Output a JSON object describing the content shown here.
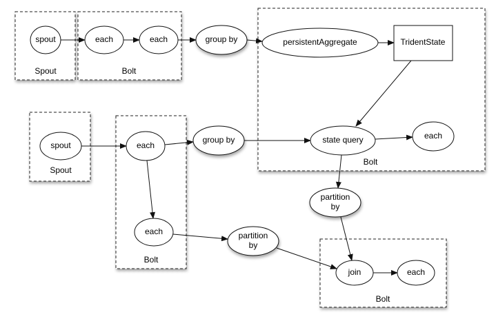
{
  "containers": [
    {
      "id": "spout1",
      "label": "Spout"
    },
    {
      "id": "bolt1",
      "label": "Bolt"
    },
    {
      "id": "bolt_state",
      "label": "Bolt"
    },
    {
      "id": "spout2",
      "label": "Spout"
    },
    {
      "id": "bolt2",
      "label": "Bolt"
    },
    {
      "id": "bolt_join",
      "label": "Bolt"
    }
  ],
  "nodes": [
    {
      "id": "spout1",
      "label": "spout"
    },
    {
      "id": "each1",
      "label": "each"
    },
    {
      "id": "each2",
      "label": "each"
    },
    {
      "id": "groupby1",
      "label": "group by"
    },
    {
      "id": "persistentAggregate",
      "label": "persistentAggregate"
    },
    {
      "id": "tridentState",
      "label": "TridentState"
    },
    {
      "id": "spout2",
      "label": "spout"
    },
    {
      "id": "each3",
      "label": "each"
    },
    {
      "id": "groupby2",
      "label": "group by"
    },
    {
      "id": "stateQuery",
      "label": "state query"
    },
    {
      "id": "each4",
      "label": "each"
    },
    {
      "id": "each5",
      "label": "each"
    },
    {
      "id": "partition1",
      "label_line1": "partition",
      "label_line2": "by"
    },
    {
      "id": "partition2",
      "label_line1": "partition",
      "label_line2": "by"
    },
    {
      "id": "join",
      "label": "join"
    },
    {
      "id": "each6",
      "label": "each"
    }
  ],
  "edges": [
    [
      "spout1",
      "each1"
    ],
    [
      "each1",
      "each2"
    ],
    [
      "each2",
      "groupby1"
    ],
    [
      "groupby1",
      "persistentAggregate"
    ],
    [
      "persistentAggregate",
      "tridentState"
    ],
    [
      "tridentState",
      "stateQuery"
    ],
    [
      "spout2",
      "each3"
    ],
    [
      "each3",
      "groupby2"
    ],
    [
      "groupby2",
      "stateQuery"
    ],
    [
      "stateQuery",
      "each4"
    ],
    [
      "each3",
      "each5"
    ],
    [
      "stateQuery",
      "partition1"
    ],
    [
      "partition1",
      "join"
    ],
    [
      "each5",
      "partition2"
    ],
    [
      "partition2",
      "join"
    ],
    [
      "join",
      "each6"
    ]
  ]
}
